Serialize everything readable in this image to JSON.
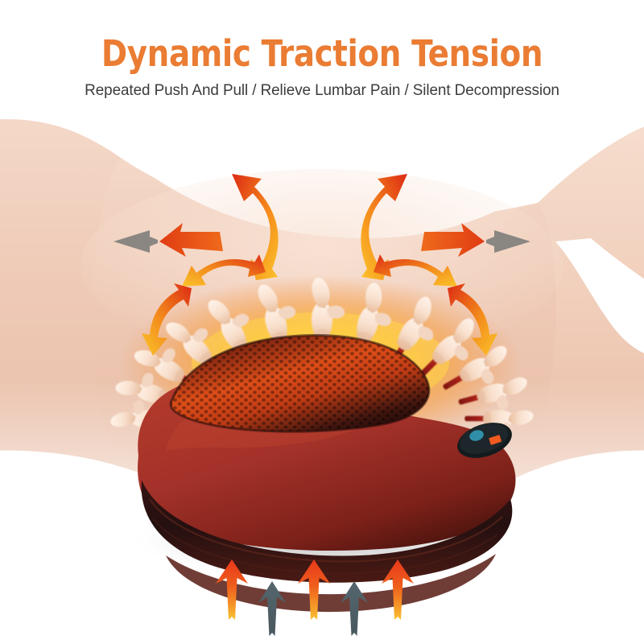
{
  "header": {
    "title": "Dynamic Traction Tension",
    "subtitle": "Repeated Push And Pull / Relieve Lumbar Pain / Silent Decompression",
    "title_color": "#ea7c33",
    "subtitle_color": "#3c3c3c"
  },
  "scene": {
    "background_color": "#ffffff",
    "skin_color_light": "#f6dccd",
    "skin_color_mid": "#eec7b2",
    "skin_color_shadow": "#e3b299",
    "glow_outer": "#f7a72b",
    "glow_inner": "#ffd24d",
    "description": "Lumbar traction massage pillow shown under an arched spine with heat glow, a human torso silhouette behind, outward traction arrows and upward push arrows"
  },
  "device": {
    "name": "lumbar-massage-pillow",
    "body_color_top": "#a8352a",
    "body_color_mid": "#8e2b22",
    "body_color_dark": "#3c120e",
    "mesh_color_center": "#d6461c",
    "mesh_color_edge": "#2a0f0b",
    "base_band_color": "#2b1110",
    "control": {
      "name": "control-panel",
      "panel_color": "#1b2226",
      "power_button_color": "#2f8fa8",
      "indicator_color": "#ef5a1f"
    }
  },
  "spine": {
    "name": "lumbar-spine",
    "vertebra_color": "#fbe7d8",
    "vertebra_shadow": "#e7bb9d",
    "disc_color": "#b8221a",
    "vertebra_count": 13
  },
  "arrows": {
    "traction_outward": [
      {
        "name": "arrow-gray-left",
        "direction": "left",
        "color": "#8a8782",
        "style": "straight-thin"
      },
      {
        "name": "arrow-orange-left",
        "direction": "left",
        "color": "#e4491a",
        "style": "straight-bold"
      },
      {
        "name": "arrow-orange-right",
        "direction": "right",
        "color": "#e4491a",
        "style": "straight-bold"
      },
      {
        "name": "arrow-gray-right",
        "direction": "right",
        "color": "#8a8782",
        "style": "straight-thin"
      }
    ],
    "curved_lift": [
      {
        "name": "arrow-curved-up-left",
        "head_color": "#de2d16",
        "tail_color": "#f9b528"
      },
      {
        "name": "arrow-curved-up-right",
        "head_color": "#de2d16",
        "tail_color": "#f9b528"
      },
      {
        "name": "arrow-curved-inner-left-a",
        "head_color": "#de2d16",
        "tail_color": "#f6a623"
      },
      {
        "name": "arrow-curved-inner-left-b",
        "head_color": "#de2d16",
        "tail_color": "#f6a623"
      },
      {
        "name": "arrow-curved-inner-right-a",
        "head_color": "#de2d16",
        "tail_color": "#f6c323"
      },
      {
        "name": "arrow-curved-inner-right-b",
        "head_color": "#de2d16",
        "tail_color": "#f6c323"
      }
    ],
    "push_up": [
      {
        "name": "push-arrow-1",
        "color_head": "#e8381a",
        "color_tail": "#f7b32b",
        "height": "tall"
      },
      {
        "name": "push-arrow-2",
        "color_head": "#5b6b73",
        "color_tail": "#5b6b73",
        "height": "short"
      },
      {
        "name": "push-arrow-3",
        "color_head": "#e8381a",
        "color_tail": "#f7b32b",
        "height": "tall"
      },
      {
        "name": "push-arrow-4",
        "color_head": "#5b6b73",
        "color_tail": "#5b6b73",
        "height": "short"
      },
      {
        "name": "push-arrow-5",
        "color_head": "#e8381a",
        "color_tail": "#f7b32b",
        "height": "tall"
      }
    ]
  }
}
